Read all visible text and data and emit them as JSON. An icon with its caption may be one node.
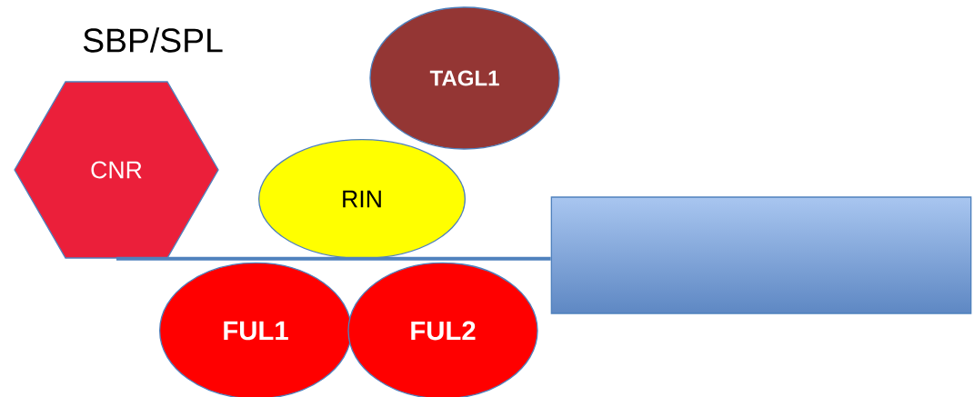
{
  "diagram": {
    "nodes": [
      {
        "text": [
          "CNR"
        ],
        "beside": [
          "SBP/SPL"
        ]
      },
      {
        "text": [
          "TAGL1"
        ]
      },
      {
        "text": [
          "RIN"
        ]
      },
      {
        "text": [
          "FUL1"
        ]
      },
      {
        "text": [
          "FUL2"
        ]
      },
      {
        "text": [],
        "shape": "box"
      }
    ],
    "edges": [
      {
        "from": 0,
        "to": 5,
        "arrow": "none"
      }
    ]
  }
}
